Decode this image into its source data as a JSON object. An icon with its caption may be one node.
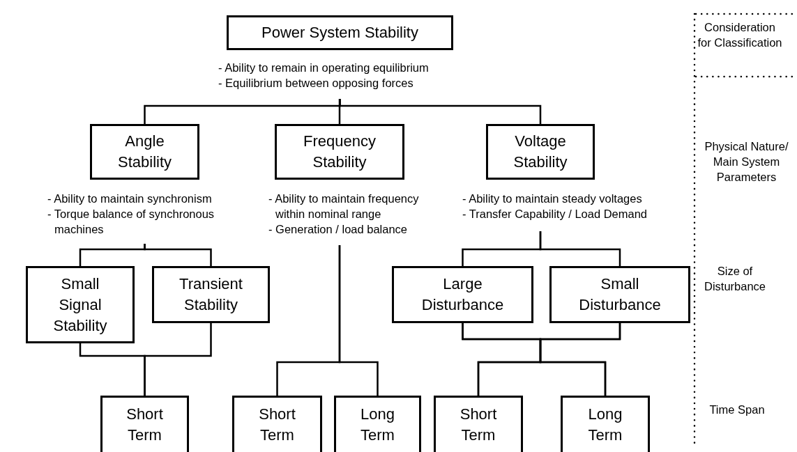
{
  "diagram": {
    "nodes": [
      {
        "text": [
          "Power System Stability"
        ],
        "beside": [
          "- Ability to remain in operating equilibrium",
          "- Equilibrium between opposing forces"
        ]
      },
      {
        "text": [
          "Angle Stability"
        ],
        "beside": [
          "- Ability to maintain synchronism",
          "- Torque balance of synchronous machines"
        ]
      },
      {
        "text": [
          "Frequency Stability"
        ],
        "beside": [
          "- Ability to maintain frequency within nominal range",
          "- Generation / load balance"
        ]
      },
      {
        "text": [
          "Voltage Stability"
        ],
        "beside": [
          "- Ability to maintain steady voltages",
          "- Transfer Capability / Load Demand"
        ]
      },
      {
        "text": [
          "Small Signal Stability"
        ]
      },
      {
        "text": [
          "Transient Stability"
        ]
      },
      {
        "text": [
          "Large Disturbance"
        ]
      },
      {
        "text": [
          "Small Disturbance"
        ]
      },
      {
        "text": [
          "Short Term"
        ]
      },
      {
        "text": [
          "Short Term"
        ]
      },
      {
        "text": [
          "Long Term"
        ]
      },
      {
        "text": [
          "Short Term"
        ]
      },
      {
        "text": [
          "Long Term"
        ]
      }
    ],
    "edges": [
      {
        "from": 0,
        "to": 1,
        "arrow": "none"
      },
      {
        "from": 0,
        "to": 2,
        "arrow": "none"
      },
      {
        "from": 0,
        "to": 3,
        "arrow": "none"
      },
      {
        "from": 1,
        "to": 4,
        "arrow": "none"
      },
      {
        "from": 1,
        "to": 5,
        "arrow": "none"
      },
      {
        "from": 2,
        "to": 9,
        "arrow": "none"
      },
      {
        "from": 2,
        "to": 10,
        "arrow": "none"
      },
      {
        "from": 3,
        "to": 6,
        "arrow": "none"
      },
      {
        "from": 3,
        "to": 7,
        "arrow": "none"
      },
      {
        "from": 4,
        "to": 8,
        "arrow": "none"
      },
      {
        "from": 5,
        "to": 8,
        "arrow": "none"
      },
      {
        "from": 6,
        "to": 11,
        "arrow": "none"
      },
      {
        "from": 6,
        "to": 12,
        "arrow": "none"
      },
      {
        "from": 7,
        "to": 11,
        "arrow": "none"
      },
      {
        "from": 7,
        "to": 12,
        "arrow": "none"
      }
    ],
    "labels": [
      "Consideration for Classification",
      "Physical Nature/ Main System Parameters",
      "Size of Disturbance",
      "Time Span"
    ]
  }
}
